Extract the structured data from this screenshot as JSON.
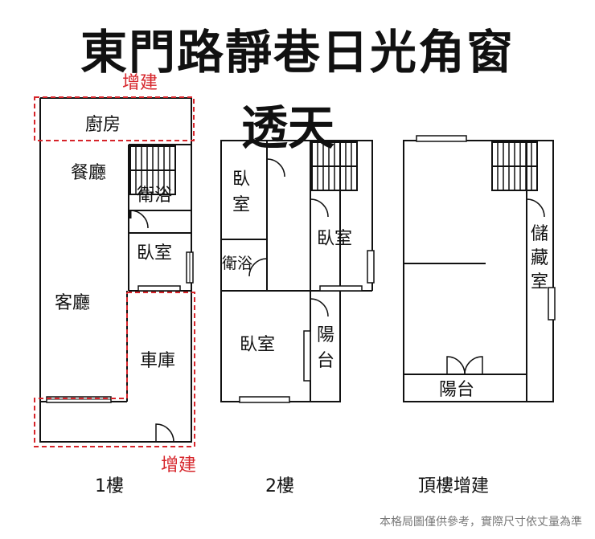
{
  "title": "東門路靜巷日光角窗",
  "subtitle": "透天",
  "footnote": "本格局圖僅供參考，實際尺寸依丈量為準",
  "floor1": {
    "rooms": {
      "kitchen": "廚房",
      "dining": "餐廳",
      "bath": "衛浴",
      "bedroom": "臥室",
      "living": "客廳",
      "garage": "車庫"
    },
    "extension_top": "增建",
    "extension_bottom": "增建",
    "caption": "1樓"
  },
  "floor2": {
    "rooms": {
      "bedroom_a_1": "臥",
      "bedroom_a_2": "室",
      "bath": "衛浴",
      "bedroom_b": "臥室",
      "bedroom_c": "臥室",
      "balcony_1": "陽",
      "balcony_2": "台"
    },
    "caption": "2樓"
  },
  "floor3": {
    "rooms": {
      "storage_1": "儲",
      "storage_2": "藏",
      "storage_3": "室",
      "balcony": "陽台"
    },
    "caption": "頂樓增建"
  },
  "colors": {
    "wall": "#111111",
    "extension": "#d6242a",
    "footnote": "#777777"
  }
}
